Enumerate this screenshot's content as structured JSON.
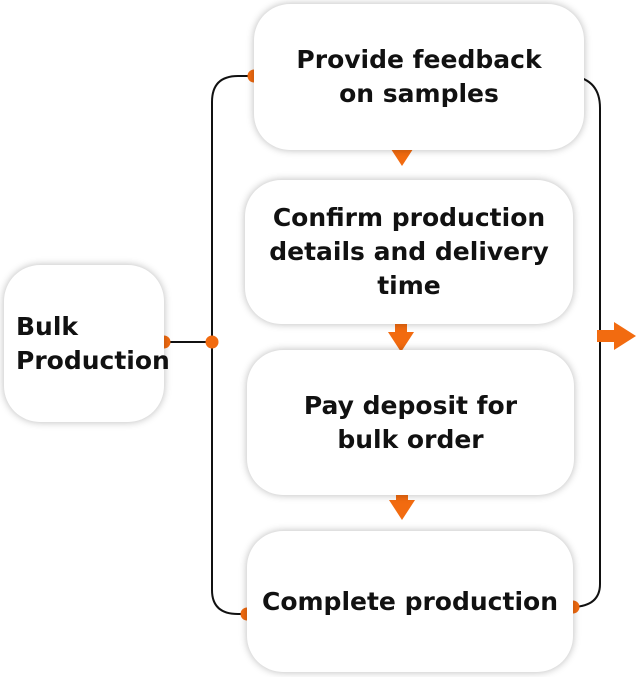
{
  "diagram": {
    "start": {
      "label": "Bulk\nProduction"
    },
    "steps": [
      {
        "label": "Provide feedback\non samples"
      },
      {
        "label": "Confirm production\ndetails and delivery\ntime"
      },
      {
        "label": "Pay deposit for\nbulk order"
      },
      {
        "label": "Complete production"
      }
    ]
  },
  "colors": {
    "accent": "#f26b10",
    "line": "#111111",
    "box_background": "#ffffff",
    "text": "#111111"
  },
  "icons": {
    "step_arrow": "down-arrow-icon",
    "output_arrow": "right-arrow-icon",
    "connector_dot": "dot-icon"
  }
}
